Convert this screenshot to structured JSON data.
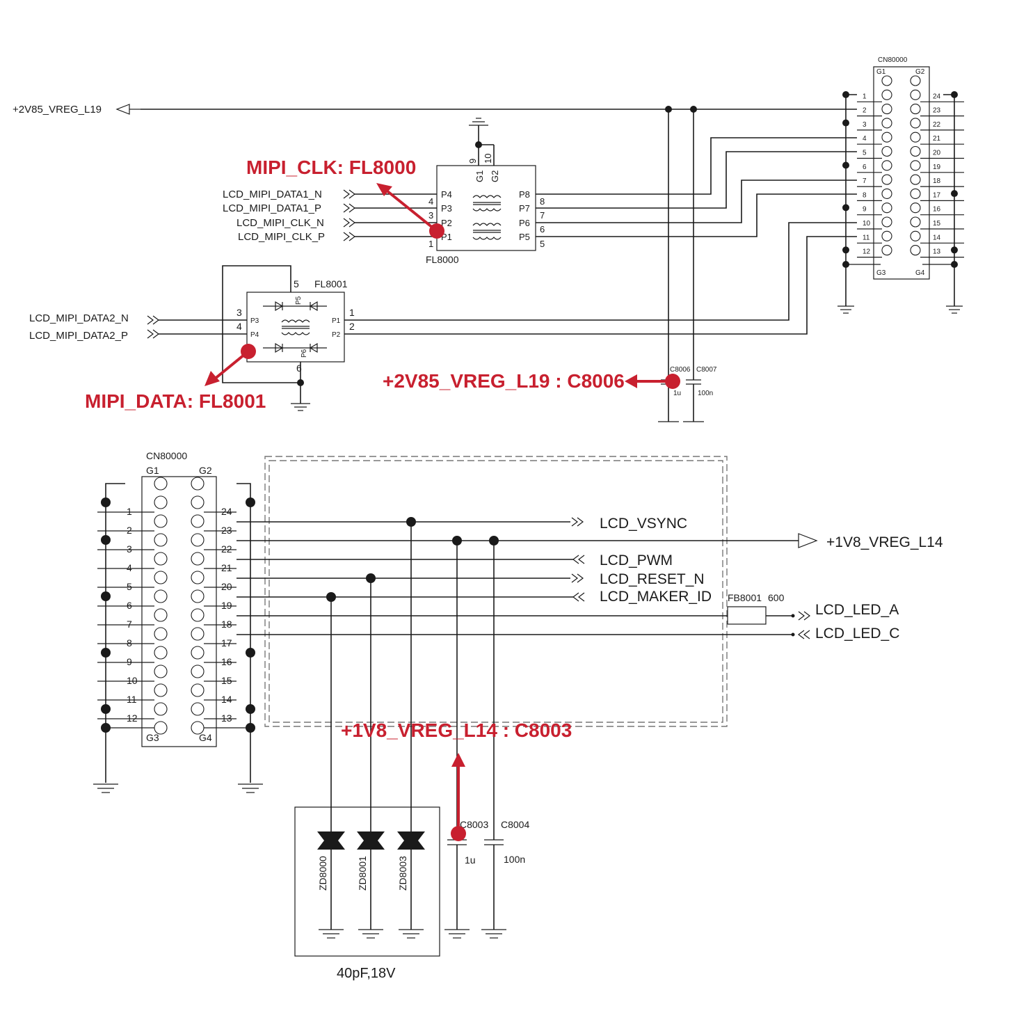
{
  "annotations": {
    "mipi_clk": "MIPI_CLK: FL8000",
    "mipi_data": "MIPI_DATA: FL8001",
    "c8006": "+2V85_VREG_L19 : C8006",
    "c8003": "+1V8_VREG_L14 : C8003",
    "color": "#c8202f"
  },
  "top": {
    "net_2v85": "+2V85_VREG_L19",
    "lcd_data1_n": "LCD_MIPI_DATA1_N",
    "lcd_data1_p": "LCD_MIPI_DATA1_P",
    "lcd_clk_n": "LCD_MIPI_CLK_N",
    "lcd_clk_p": "LCD_MIPI_CLK_P",
    "lcd_data2_n": "LCD_MIPI_DATA2_N",
    "lcd_data2_p": "LCD_MIPI_DATA2_P",
    "fl8000": {
      "ref": "FL8000",
      "in_pins": [
        "4",
        "3",
        "",
        "1"
      ],
      "out_pins": [
        "",
        "8",
        "7",
        "6",
        "5"
      ],
      "ports_left": [
        "P4",
        "P3",
        "P2",
        "P1"
      ],
      "ports_right": [
        "P8",
        "P7",
        "P6",
        "P5"
      ],
      "top_pins": [
        "9",
        "10"
      ],
      "top_ports": [
        "G1",
        "G2"
      ]
    },
    "fl8001": {
      "ref": "FL8001",
      "pin_top": "5",
      "pin_bottom": "6",
      "pins_left": [
        "3",
        "4"
      ],
      "pins_right": [
        "1",
        "2"
      ],
      "ports_left": [
        "P3",
        "P4"
      ],
      "ports_right": [
        "P1",
        "P2"
      ],
      "port_top": "P5",
      "port_bottom": "P6"
    },
    "connector": {
      "ref": "CN80000",
      "g_top": [
        "G1",
        "G2"
      ],
      "g_bottom": [
        "G3",
        "G4"
      ],
      "left_pins": [
        "1",
        "2",
        "3",
        "4",
        "5",
        "6",
        "7",
        "8",
        "9",
        "10",
        "11",
        "12"
      ],
      "right_pins": [
        "24",
        "23",
        "22",
        "21",
        "20",
        "19",
        "18",
        "17",
        "16",
        "15",
        "14",
        "13"
      ]
    },
    "c8006": {
      "ref": "C8006",
      "value": "1u"
    },
    "c8007": {
      "ref": "C8007",
      "value": "100n"
    }
  },
  "bottom": {
    "connector": {
      "ref": "CN80000",
      "g_top": [
        "G1",
        "G2"
      ],
      "g_bottom": [
        "G3",
        "G4"
      ],
      "left_pins": [
        "1",
        "2",
        "3",
        "4",
        "5",
        "6",
        "7",
        "8",
        "9",
        "10",
        "11",
        "12"
      ],
      "right_pins": [
        "24",
        "23",
        "22",
        "21",
        "20",
        "19",
        "18",
        "17",
        "16",
        "15",
        "14",
        "13"
      ]
    },
    "lcd_vsync": "LCD_VSYNC",
    "net_1v8": "+1V8_VREG_L14",
    "lcd_pwm": "LCD_PWM",
    "lcd_reset_n": "LCD_RESET_N",
    "lcd_maker_id": "LCD_MAKER_ID",
    "fb8001": {
      "ref": "FB8001",
      "value": "600"
    },
    "lcd_led_a": "LCD_LED_A",
    "lcd_led_c": "LCD_LED_C",
    "zener": [
      "ZD8000",
      "ZD8001",
      "ZD8003"
    ],
    "zener_rating": "40pF,18V",
    "c8003": {
      "ref": "C8003",
      "value": "1u"
    },
    "c8004": {
      "ref": "C8004",
      "value": "100n"
    }
  }
}
